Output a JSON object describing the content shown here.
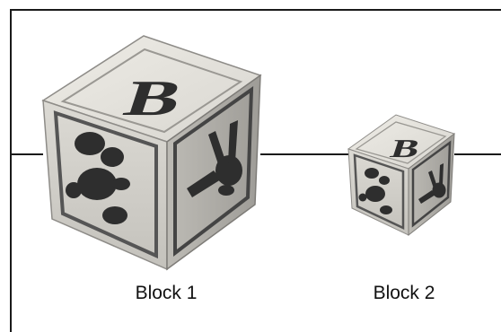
{
  "blocks": [
    {
      "letter": "B",
      "caption": "Block 1"
    },
    {
      "letter": "B",
      "caption": "Block 2"
    }
  ],
  "colors": {
    "line": "#1a1a1a",
    "wood_light": "#e4e2dc",
    "wood_mid": "#c9c7c1",
    "wood_dark": "#a9a7a2",
    "print": "#2e2e2e"
  }
}
